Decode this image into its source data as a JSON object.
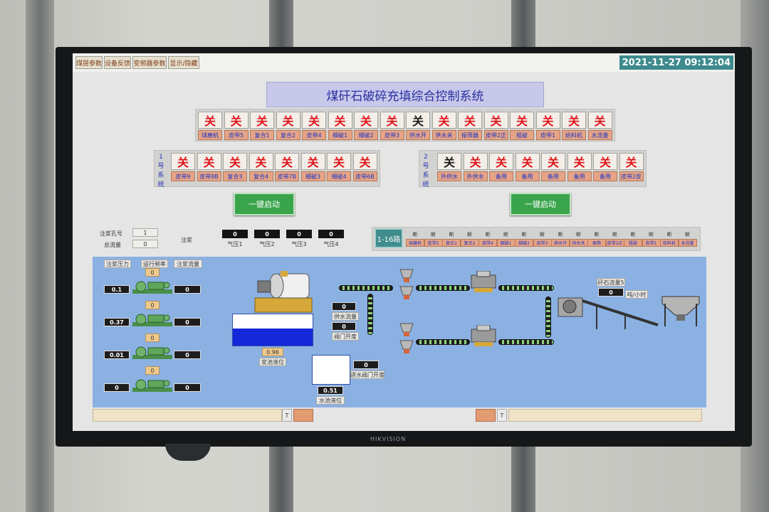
{
  "topbar": {
    "tabs": [
      "煤层参数",
      "设备反馈",
      "变频器参数",
      "显示/隐藏"
    ],
    "clock": "2021-11-27 09:12:04"
  },
  "title": "煤矸石破碎充填综合控制系统",
  "status_off": "关",
  "main_switches": [
    {
      "label": "球磨机",
      "state": "关"
    },
    {
      "label": "皮带5",
      "state": "关"
    },
    {
      "label": "复合1",
      "state": "关"
    },
    {
      "label": "复合2",
      "state": "关"
    },
    {
      "label": "皮带4",
      "state": "关"
    },
    {
      "label": "细破1",
      "state": "关"
    },
    {
      "label": "细破2",
      "state": "关"
    },
    {
      "label": "皮带3",
      "state": "关"
    },
    {
      "label": "供水开",
      "state": "关"
    },
    {
      "label": "供水关",
      "state": "关"
    },
    {
      "label": "振筛器",
      "state": "关"
    },
    {
      "label": "皮带2正",
      "state": "关"
    },
    {
      "label": "粗破",
      "state": "关"
    },
    {
      "label": "皮带1",
      "state": "关"
    },
    {
      "label": "给料机",
      "state": "关"
    },
    {
      "label": "水流量",
      "state": "关"
    }
  ],
  "system1": {
    "label": "1号系统",
    "switches": [
      {
        "label": "皮带9",
        "state": "关"
      },
      {
        "label": "皮带8B",
        "state": "关"
      },
      {
        "label": "复合3",
        "state": "关"
      },
      {
        "label": "复合4",
        "state": "关"
      },
      {
        "label": "皮带7B",
        "state": "关"
      },
      {
        "label": "细破3",
        "state": "关"
      },
      {
        "label": "细破4",
        "state": "关"
      },
      {
        "label": "皮带6B",
        "state": "关"
      }
    ],
    "start_button": "一键启动"
  },
  "system2": {
    "label": "2号系统",
    "switches": [
      {
        "label": "外供水",
        "state": "关"
      },
      {
        "label": "外供水",
        "state": "关"
      },
      {
        "label": "备用",
        "state": "关"
      },
      {
        "label": "备用",
        "state": "关"
      },
      {
        "label": "备用",
        "state": "关"
      },
      {
        "label": "备用",
        "state": "关"
      },
      {
        "label": "备用",
        "state": "关"
      },
      {
        "label": "皮带2反",
        "state": "关"
      }
    ],
    "start_button": "一键启动"
  },
  "injection": {
    "hole_label": "注浆孔号",
    "hole_value": "1",
    "flow_label": "总流量",
    "flow_value": "0",
    "grout_label": "注浆"
  },
  "air_pressures": [
    {
      "label": "气压1",
      "value": "0"
    },
    {
      "label": "气压2",
      "value": "0"
    },
    {
      "label": "气压3",
      "value": "0"
    },
    {
      "label": "气压4",
      "value": "0"
    }
  ],
  "route": {
    "label": "1-16路",
    "state_text": "断",
    "items": [
      "球磨机",
      "皮带5",
      "复合1",
      "复合2",
      "皮带4",
      "细破1",
      "细破2",
      "皮带3",
      "供水开",
      "供水关",
      "振筛",
      "皮带2正",
      "粗破",
      "皮带1",
      "给料机",
      "水流量"
    ]
  },
  "pumps": {
    "headers": [
      "注浆压力",
      "运行频率",
      "注浆流量"
    ],
    "rows": [
      {
        "pressure": "0.1",
        "freq": "0",
        "flow": "0"
      },
      {
        "pressure": "0.37",
        "freq": "0",
        "flow": "0"
      },
      {
        "pressure": "0.01",
        "freq": "0",
        "flow": "0"
      },
      {
        "pressure": "0",
        "freq": "0",
        "flow": "0"
      }
    ]
  },
  "process": {
    "slurry_level_label": "浆池液位",
    "slurry_level_value": "0.96",
    "supply_flow_label": "供水流量",
    "supply_flow_value": "0",
    "valve_label": "阀门开度",
    "valve_value": "0",
    "inlet_valve_label": "进水阀门开度",
    "inlet_valve_value": "0",
    "water_level_label": "水池液位",
    "water_level_value": "0.51",
    "gangue_flow_label": "矸石流量5",
    "gangue_flow_value": "0",
    "gangue_unit": "吨/小时",
    "slurry_fill": 0.55,
    "water_fill": 0.0
  },
  "bottom": {
    "t_label": "T"
  },
  "monitor_brand": "HIKVISION",
  "colors": {
    "off_red": "#e0141a",
    "button_green": "#3aa44b",
    "label_orange": "#e6a486",
    "process_blue": "#8bb1e3",
    "tank_blue": "#1428d9",
    "title_purple": "#c8c8ea"
  }
}
